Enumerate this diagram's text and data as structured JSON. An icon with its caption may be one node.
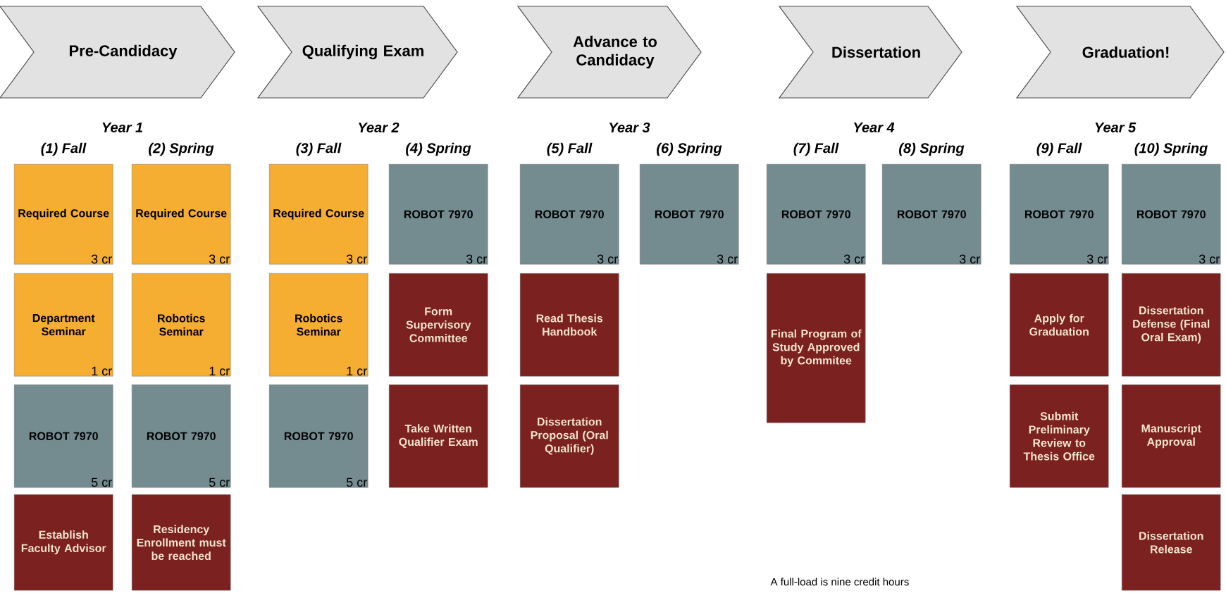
{
  "diagram": {
    "nodes": [
      {
        "text": [
          "Pre-Candidacy"
        ]
      },
      {
        "text": [
          "Qualifying Exam"
        ]
      },
      {
        "text": [
          "Advance to Candidacy"
        ]
      },
      {
        "text": [
          "Dissertation"
        ]
      },
      {
        "text": [
          "Graduation!"
        ]
      },
      {
        "text": [
          "Required Course",
          "3 cr"
        ]
      },
      {
        "text": [
          "Department Seminar",
          "1 cr"
        ]
      },
      {
        "text": [
          "ROBOT 7970",
          "5 cr"
        ]
      },
      {
        "text": [
          "Establish Faculty Advisor"
        ]
      },
      {
        "text": [
          "Required Course",
          "3 cr"
        ]
      },
      {
        "text": [
          "Robotics Seminar",
          "1 cr"
        ]
      },
      {
        "text": [
          "ROBOT 7970",
          "5 cr"
        ]
      },
      {
        "text": [
          "Residency Enrollment must be reached"
        ]
      },
      {
        "text": [
          "Required Course",
          "3 cr"
        ]
      },
      {
        "text": [
          "Robotics Seminar",
          "1 cr"
        ]
      },
      {
        "text": [
          "ROBOT 7970",
          "5 cr"
        ]
      },
      {
        "text": [
          "ROBOT 7970",
          "3 cr"
        ]
      },
      {
        "text": [
          "Form Supervisory Committee"
        ]
      },
      {
        "text": [
          "Take Written Qualifier Exam"
        ]
      },
      {
        "text": [
          "ROBOT 7970",
          "3 cr"
        ]
      },
      {
        "text": [
          "Read Thesis Handbook"
        ]
      },
      {
        "text": [
          "Dissertation Proposal (Oral Qualifier)"
        ]
      },
      {
        "text": [
          "ROBOT 7970",
          "3 cr"
        ]
      },
      {
        "text": [
          "ROBOT 7970",
          "3 cr"
        ]
      },
      {
        "text": [
          "Final Program of Study Approved by Commitee"
        ]
      },
      {
        "text": [
          "ROBOT 7970",
          "3 cr"
        ]
      },
      {
        "text": [
          "ROBOT 7970",
          "3 cr"
        ]
      },
      {
        "text": [
          "Apply for Graduation"
        ]
      },
      {
        "text": [
          "Submit Preliminary Review to Thesis Office"
        ]
      },
      {
        "text": [
          "ROBOT 7970",
          "3 cr"
        ]
      },
      {
        "text": [
          "Dissertation Defense (Final Oral Exam)"
        ]
      },
      {
        "text": [
          "Manuscript Approval"
        ]
      },
      {
        "text": [
          "Dissertation Release"
        ]
      }
    ],
    "labels": [
      "Year 1",
      "(1) Fall",
      "(2) Spring",
      "Year 2",
      "(3) Fall",
      "(4) Spring",
      "Year 3",
      "(5) Fall",
      "(6) Spring",
      "Year 4",
      "(7) Fall",
      "(8) Spring",
      "Year 5",
      "(9) Fall",
      "(10) Spring",
      "A full-load is nine credit hours"
    ]
  }
}
